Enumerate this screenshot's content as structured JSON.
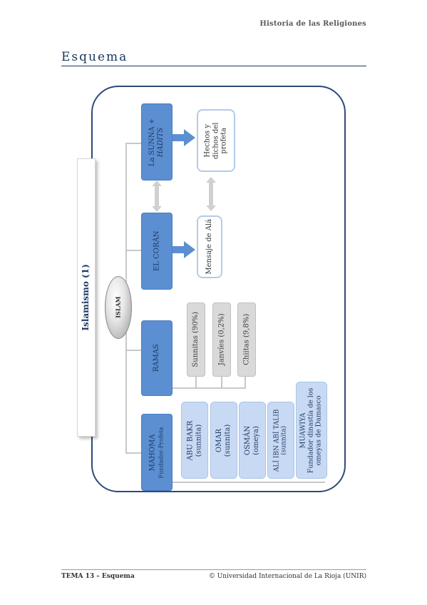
{
  "header": {
    "running_title": "Historia de las Religiones"
  },
  "page": {
    "title": "Esquema"
  },
  "footer": {
    "left": "TEMA 13 – Esquema",
    "right": "© Universidad Internacional de La Rioja (UNIR)"
  },
  "diagram": {
    "main_label": "Islamismo (1)",
    "center": "ISLAM",
    "sunna": [
      "La SUNNA +",
      "HADITS"
    ],
    "hechos": [
      "Hechos y",
      "dichos del",
      "profeta"
    ],
    "coran": "EL CORÁN",
    "mensaje": "Mensaje de Alá",
    "ramas": "RAMAS",
    "branches": [
      "Sunnitas (90%)",
      "Janvíes (0,2%)",
      "Chiitas (9,8%)"
    ],
    "mahoma": [
      "MAHOMA",
      "Fundador-Profeta"
    ],
    "successors": [
      [
        "ABU BAKR",
        "(sunnita)"
      ],
      [
        "OMAR",
        "(sunnita)"
      ],
      [
        "OSMÁN",
        "(omeya)"
      ],
      [
        "ALÍ IBN ABÍ TALIB",
        "(sunnita)"
      ],
      [
        "MUAWIYA",
        "Fundador dinastía de los",
        "omeyas de Damasco"
      ]
    ]
  }
}
